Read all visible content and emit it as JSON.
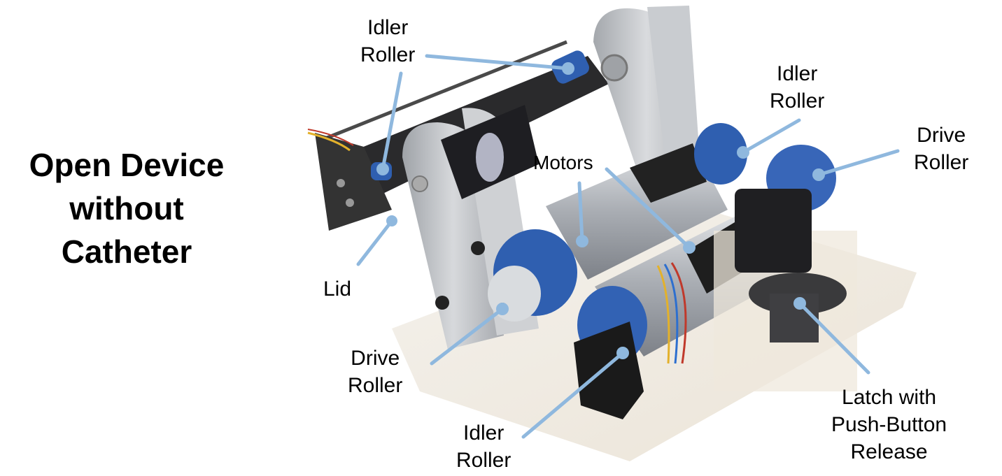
{
  "title": {
    "lines": [
      "Open Device",
      "without",
      "Catheter"
    ]
  },
  "colors": {
    "leader_line": "#8fb8de",
    "roller_blue": "#2f5fb0",
    "metal": "#b9bcc0",
    "dark_part": "#1d1d1f"
  },
  "labels": [
    {
      "id": "idler-roller-top-left",
      "lines": [
        "Idler",
        "Roller"
      ]
    },
    {
      "id": "idler-roller-top-right",
      "lines": [
        "Idler",
        "Roller"
      ]
    },
    {
      "id": "drive-roller-right",
      "lines": [
        "Drive",
        "Roller"
      ]
    },
    {
      "id": "motors",
      "lines": [
        "Motors"
      ]
    },
    {
      "id": "lid",
      "lines": [
        "Lid"
      ]
    },
    {
      "id": "drive-roller-left",
      "lines": [
        "Drive",
        "Roller"
      ]
    },
    {
      "id": "idler-roller-bottom",
      "lines": [
        "Idler",
        "Roller"
      ]
    },
    {
      "id": "latch",
      "lines": [
        "Latch with",
        "Push-Button",
        "Release"
      ]
    }
  ]
}
